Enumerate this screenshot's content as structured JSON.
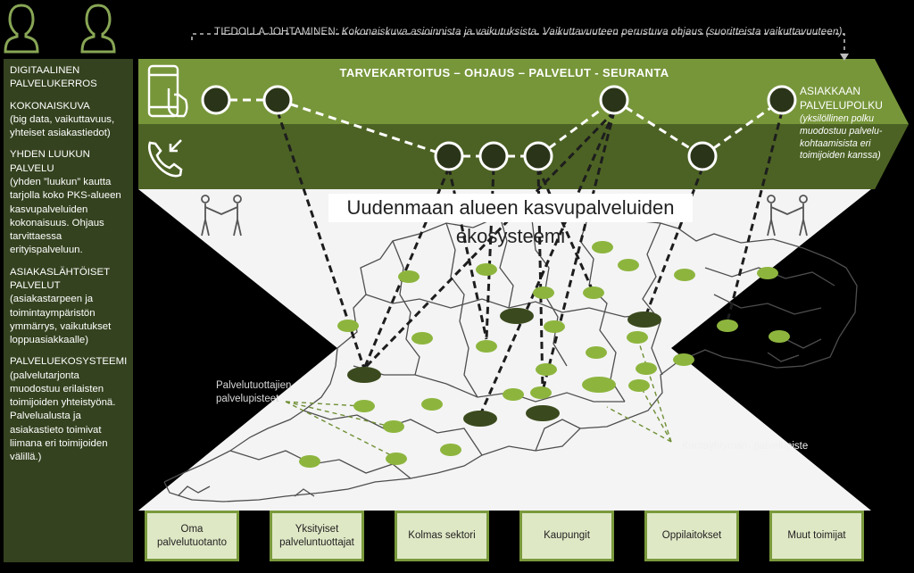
{
  "top_note": {
    "label": "TIEDOLLA JOHTAMINEN:",
    "text": "Kokonaiskuva asioinnista ja vaikutuksista. Vaikuttavuuteen perustuva ohjaus (suoritteista vaikuttavuuteen)."
  },
  "band": {
    "title": "TARVEKARTOITUS – OHJAUS – PALVELUT - SEURANTA",
    "path_title": "ASIAKKAAN PALVELUPOLKU",
    "path_sub": "(yksilöllinen polku muodostuu palvelu-kohtaamisista eri toimijoiden kanssa)"
  },
  "ecosystem_title": "Uudenmaan alueen kasvupalveluiden ekosysteemi",
  "map_labels": {
    "providers": "Palvelutuottajien palvelupisteet",
    "municipal": "Kuntayhtymän- palvelupiste"
  },
  "sidebar": [
    {
      "title": "DIGITAALINEN PALVELUKERROS",
      "desc": ""
    },
    {
      "title": "KOKONAISKUVA",
      "desc": "(big data, vaikuttavuus, yhteiset asiakastiedot)"
    },
    {
      "title": "YHDEN LUUKUN PALVELU",
      "desc": "(yhden ”luukun” kautta tarjolla koko PKS-alueen kasvupalveluiden kokonaisuus. Ohjaus tarvittaessa erityispalveluun."
    },
    {
      "title": "ASIAKASLÄHTÖISET PALVELUT",
      "desc": "(asiakastarpeen ja toimintaympäristön ymmärrys, vaikutukset loppuasiakkaalle)"
    },
    {
      "title": "PALVELUEKOSYSTEEMI",
      "desc": "(palvelutarjonta muodostuu erilaisten toimijoiden yhteistyönä. Palvelualusta ja asiakastieto toimivat liimana eri toimijoiden välillä.)"
    }
  ],
  "actors": [
    "Oma palvelutuotanto",
    "Yksityiset palveluntuottajat",
    "Kolmas sektori",
    "Kaupungit",
    "Oppilaitokset",
    "Muut toimijat"
  ],
  "colors": {
    "band_light": "#77963a",
    "band_dark": "#4c6224",
    "sidebar": "#34421f",
    "node_dark": "#3b4a1e",
    "node_light": "#8db53e",
    "actor_fill": "#dfe8c5",
    "actor_border": "#7a9a3c"
  },
  "icons": [
    "user-silhouette-icon",
    "tablet-touch-icon",
    "phone-icon",
    "handshake-icon"
  ]
}
